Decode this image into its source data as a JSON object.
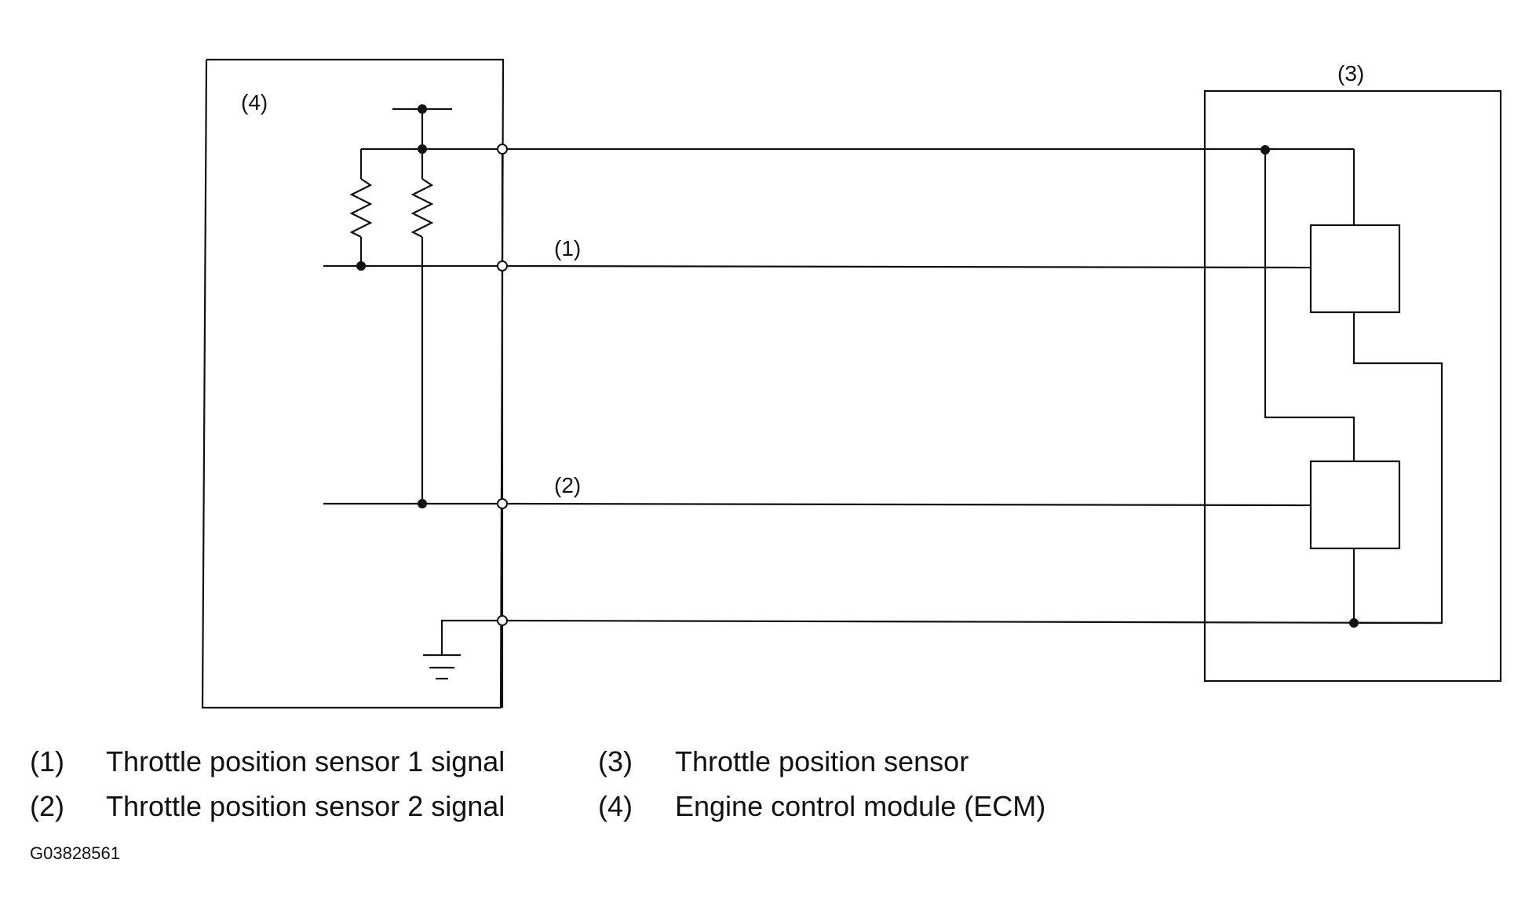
{
  "diagram": {
    "labels": {
      "signal1": "(1)",
      "signal2": "(2)",
      "sensor": "(3)",
      "ecm": "(4)"
    }
  },
  "legend": [
    {
      "num": "(1)",
      "text": "Throttle position sensor 1 signal"
    },
    {
      "num": "(2)",
      "text": "Throttle position sensor 2 signal"
    },
    {
      "num": "(3)",
      "text": "Throttle position sensor"
    },
    {
      "num": "(4)",
      "text": "Engine control module (ECM)"
    }
  ],
  "figure_id": "G03828561"
}
